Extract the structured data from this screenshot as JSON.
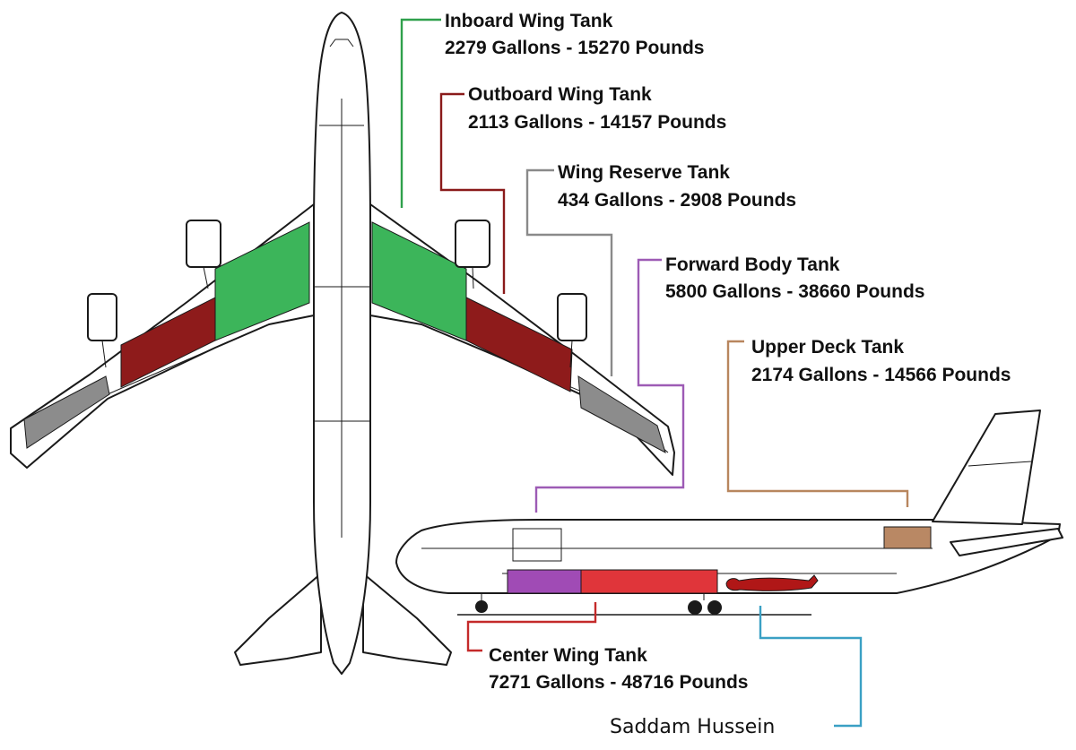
{
  "labels": {
    "inboard_wing": {
      "name": "Inboard Wing Tank",
      "capacity": "2279 Gallons - 15270 Pounds"
    },
    "outboard_wing": {
      "name": "Outboard Wing Tank",
      "capacity": "2113 Gallons - 14157 Pounds"
    },
    "wing_reserve": {
      "name": "Wing Reserve Tank",
      "capacity": "434 Gallons - 2908 Pounds"
    },
    "forward_body": {
      "name": "Forward Body Tank",
      "capacity": "5800 Gallons - 38660 Pounds"
    },
    "upper_deck": {
      "name": "Upper Deck Tank",
      "capacity": "2174 Gallons - 14566 Pounds"
    },
    "center_wing": {
      "name": "Center Wing Tank",
      "capacity": "7271 Gallons - 48716 Pounds"
    },
    "person": {
      "name": "Saddam Hussein"
    }
  },
  "colors": {
    "inboard_wing": "#3cb55a",
    "outboard_wing": "#8e1b1b",
    "wing_reserve": "#8c8c8c",
    "forward_body": "#a04bb5",
    "upper_deck": "#b98864",
    "center_wing": "#e0353a",
    "person": "#b01717",
    "leader_inboard": "#2fa04c",
    "leader_outboard": "#8a1a1a",
    "leader_reserve": "#8a8a8a",
    "leader_forward": "#9d5bb5",
    "leader_upper": "#b8865e",
    "leader_center": "#c42a2a",
    "leader_person": "#3aa0c4"
  }
}
